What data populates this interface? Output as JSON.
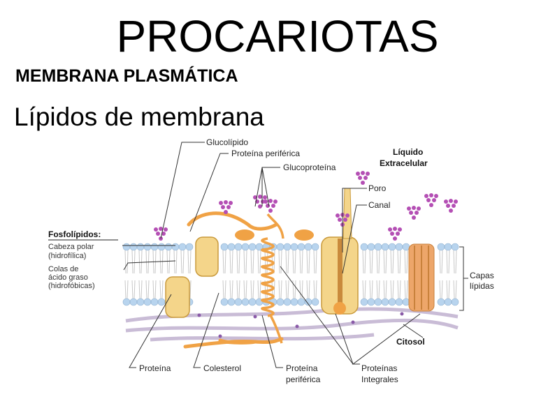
{
  "page": {
    "title": "PROCARIOTAS",
    "subtitle": "MEMBRANA PLASMÁTICA",
    "heading": "Lípidos de membrana"
  },
  "diagram": {
    "labels": {
      "glucolipido": "Glucolípido",
      "proteina_periferica_top": "Proteína periférica",
      "glucoproteina": "Glucoproteína",
      "liquido": "Líquido",
      "extracelular": "Extracelular",
      "poro": "Poro",
      "canal": "Canal",
      "fosfolipidos": "Fosfolípidos:",
      "cabeza_1": "Cabeza polar",
      "cabeza_2": "(hidrofílica)",
      "colas_1": "Colas de",
      "colas_2": "ácido graso",
      "colas_3": "(hidrofóbicas)",
      "capas_1": "Capas",
      "capas_2": "lípidas",
      "citosol": "Citosol",
      "proteina": "Proteína",
      "colesterol": "Colesterol",
      "proteina_periferica_1": "Proteína",
      "proteina_periferica_2": "periférica",
      "proteinas_integrales_1": "Proteínas",
      "proteinas_integrales_2": "Integrales"
    },
    "colors": {
      "head": "#b8d4ee",
      "protein": "#f4d58a",
      "protein_stroke": "#c99a3c",
      "orange": "#f0a245",
      "sugar": "#b44fb4",
      "cytoskeleton": "#c8b8d4"
    }
  }
}
